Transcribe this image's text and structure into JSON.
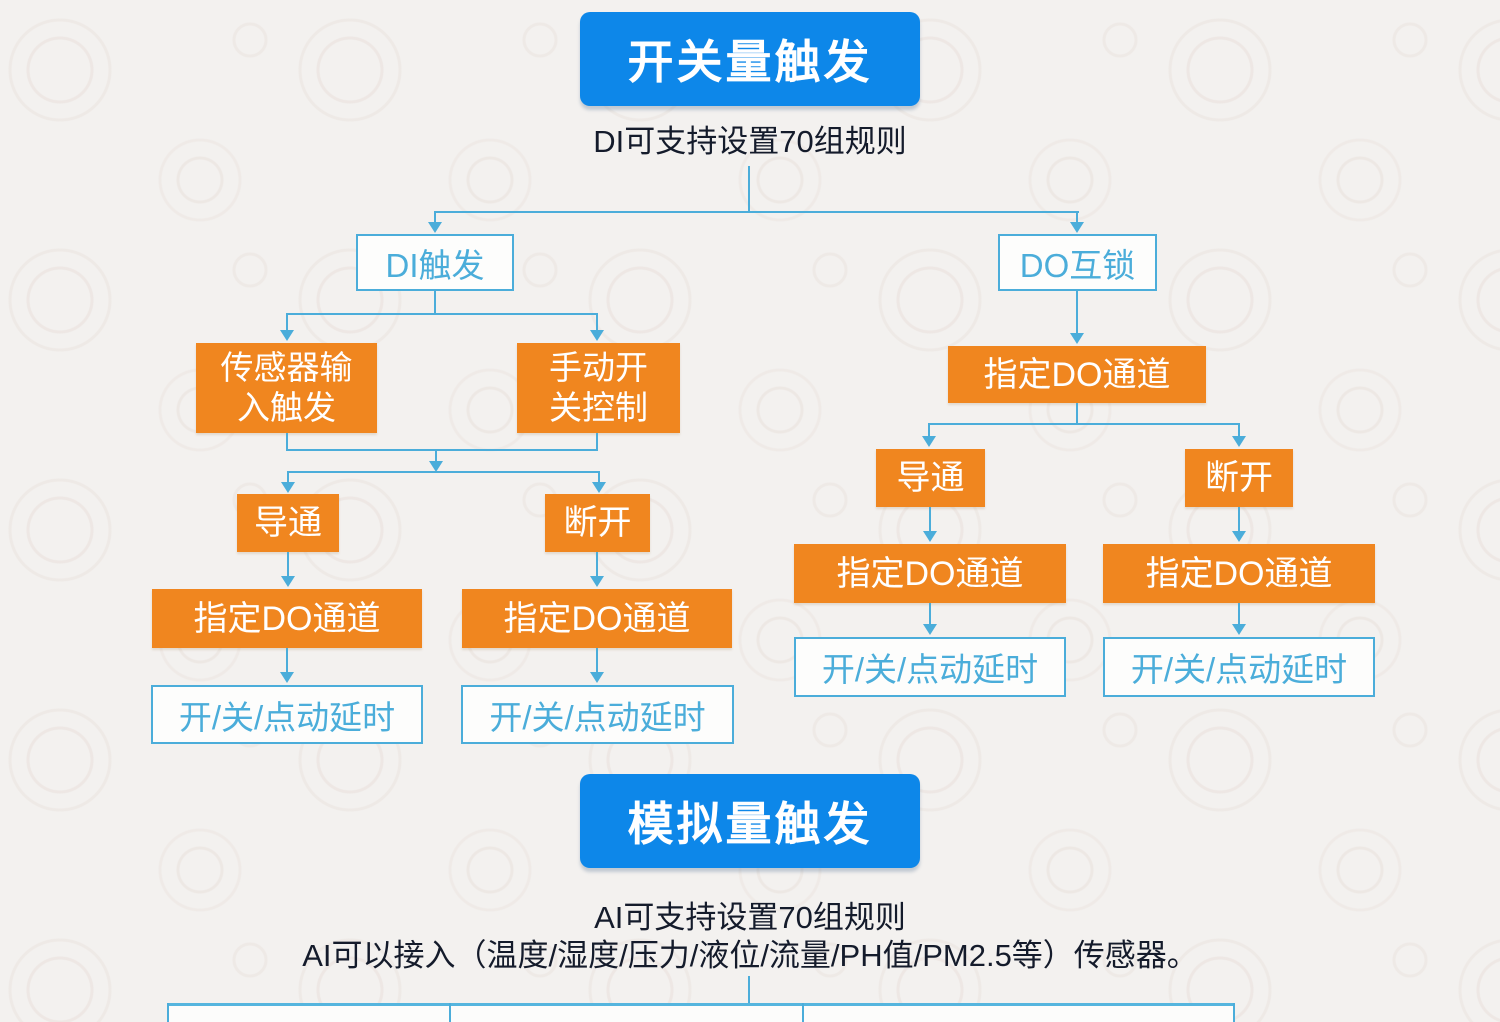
{
  "colors": {
    "header_bg": "#0d87e9",
    "node_orange": "#f0861f",
    "connector_blue": "#4badda",
    "subtitle_text": "#141b2b",
    "background": "#f3f1ef"
  },
  "section_switch": {
    "header": "开关量触发",
    "subtitle": "DI可支持设置70组规则",
    "nodes": {
      "di_trigger": "DI触发",
      "do_interlock": "DO互锁",
      "sensor_input_line1": "传感器输",
      "sensor_input_line2": "入触发",
      "manual_line1": "手动开",
      "manual_line2": "关控制",
      "on": "导通",
      "off": "断开",
      "do_channel": "指定DO通道",
      "delay": "开/关/点动延时"
    }
  },
  "section_analog": {
    "header": "模拟量触发",
    "subtitle_line1": "AI可支持设置70组规则",
    "subtitle_line2": "AI可以接入（温度/湿度/压力/液位/流量/PH值/PM2.5等）传感器。"
  }
}
